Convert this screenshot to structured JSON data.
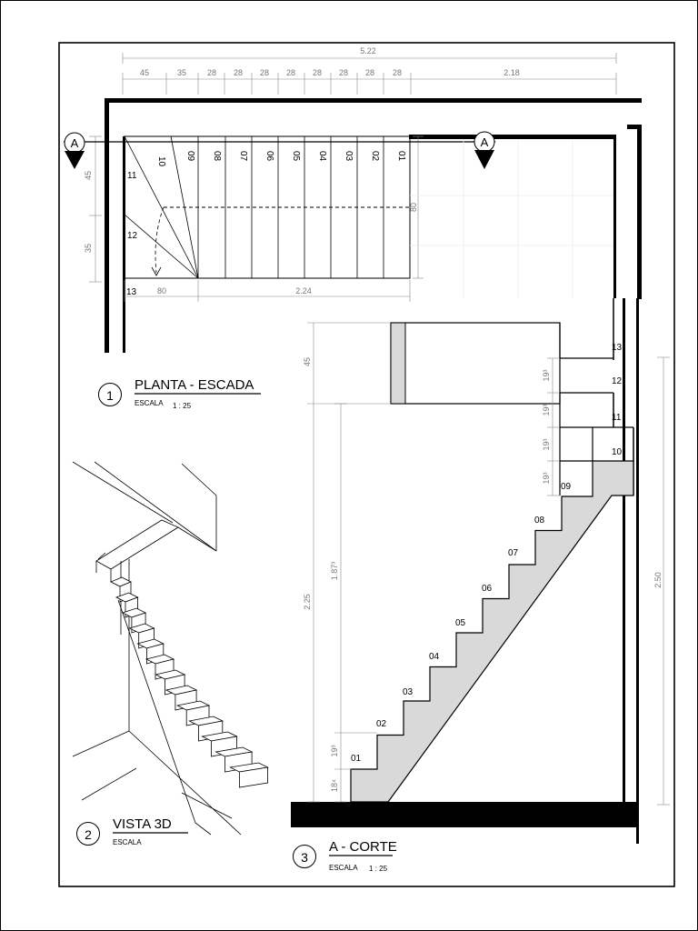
{
  "sheet": {
    "plan": {
      "title": "PLANTA - ESCADA",
      "scale_label": "ESCALA",
      "scale_value": "1 : 25",
      "view_number": "1",
      "section_marker": "A",
      "total_width": "5.22",
      "top_dims": [
        "45",
        "35",
        "28",
        "28",
        "28",
        "28",
        "28",
        "28",
        "28",
        "28",
        "2.18"
      ],
      "side_dims": [
        "45",
        "35"
      ],
      "treads": [
        "10",
        "09",
        "08",
        "07",
        "06",
        "05",
        "04",
        "03",
        "02",
        "01"
      ],
      "winders": [
        "11",
        "12",
        "13"
      ],
      "bottom_dims": [
        "80",
        "2.24"
      ],
      "landing_width": "80"
    },
    "view3d": {
      "title": "VISTA 3D",
      "scale_label": "ESCALA",
      "view_number": "2"
    },
    "section": {
      "title": "A  - CORTE",
      "scale_label": "ESCALA",
      "scale_value": "1 : 25",
      "view_number": "3",
      "steps": [
        "01",
        "02",
        "03",
        "04",
        "05",
        "06",
        "07",
        "08",
        "09",
        "10",
        "11",
        "12",
        "13"
      ],
      "dims": {
        "slab": "45",
        "total": "2.25",
        "clear": "1.87³",
        "first_riser": "18⁴",
        "riser": "19³",
        "height": "2.50"
      }
    }
  }
}
